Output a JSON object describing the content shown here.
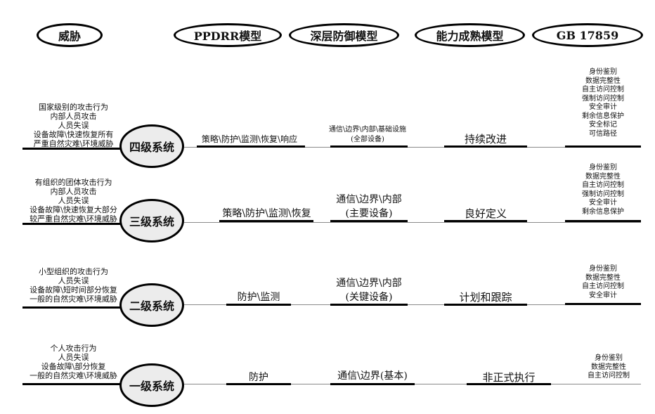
{
  "headers": {
    "threat": "威胁",
    "ppdrr": "PPDRR模型",
    "defense": "深层防御模型",
    "capability": "能力成熟模型",
    "gb": "GB 17859"
  },
  "levels": [
    {
      "name": "四级系统",
      "threats": [
        "国家级别的攻击行为",
        "内部人员攻击",
        "人员失误",
        "设备故障\\快速恢复所有",
        "严重自然灾难\\环境威胁"
      ],
      "ppdrr": "策略\\防护\\监测\\恢复\\响应",
      "defense": [
        "通信\\边界\\内部\\基础设施",
        "(全部设备)"
      ],
      "capability": "持续改进",
      "gb": [
        "身份鉴别",
        "数据完整性",
        "自主访问控制",
        "强制访问控制",
        "安全审计",
        "剩余信息保护",
        "安全标记",
        "可信路径"
      ]
    },
    {
      "name": "三级系统",
      "threats": [
        "有组织的团体攻击行为",
        "内部人员攻击",
        "人员失误",
        "设备故障\\快速恢复大部分",
        "较严重自然灾难\\环境威胁"
      ],
      "ppdrr": "策略\\防护\\监测\\恢复",
      "defense": [
        "通信\\边界\\内部",
        "(主要设备)"
      ],
      "capability": "良好定义",
      "gb": [
        "身份鉴别",
        "数据完整性",
        "自主访问控制",
        "强制访问控制",
        "安全审计",
        "剩余信息保护"
      ]
    },
    {
      "name": "二级系统",
      "threats": [
        "小型组织的攻击行为",
        "人员失误",
        "设备故障\\短时间部分恢复",
        "一般的自然灾难\\环境威胁"
      ],
      "ppdrr": "防护\\监测",
      "defense": [
        "通信\\边界\\内部",
        "(关键设备)"
      ],
      "capability": "计划和跟踪",
      "gb": [
        "身份鉴别",
        "数据完整性",
        "自主访问控制",
        "安全审计"
      ]
    },
    {
      "name": "一级系统",
      "threats": [
        "个人攻击行为",
        "人员失误",
        "设备故障\\部分恢复",
        "一般的自然灾难\\环境威胁"
      ],
      "ppdrr": "防护",
      "defense": [
        "通信\\边界(基本)"
      ],
      "capability": "非正式执行",
      "gb": [
        "身份鉴别",
        "数据完整性",
        "自主访问控制"
      ]
    }
  ]
}
